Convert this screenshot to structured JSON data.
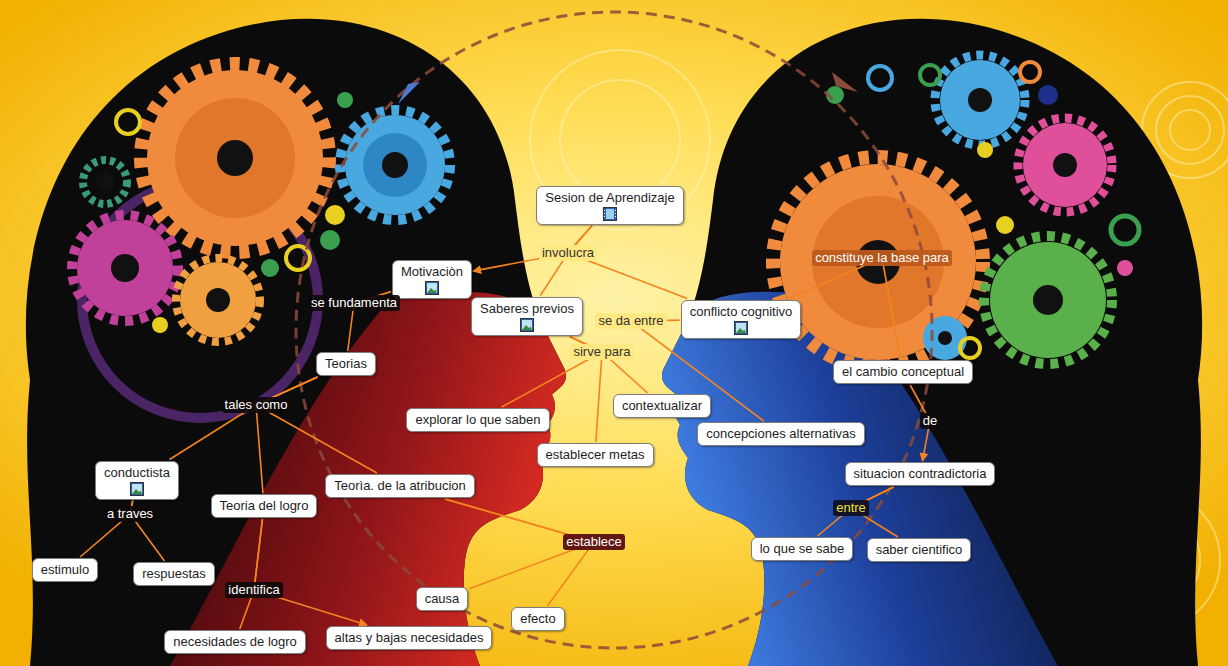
{
  "diagram": {
    "nodes": [
      {
        "text": [
          "Sesion de Aprendizaje"
        ]
      },
      {
        "text": [
          "Motivaciòn"
        ]
      },
      {
        "text": [
          "Saberes previos"
        ]
      },
      {
        "text": [
          "conflicto cognitivo"
        ]
      },
      {
        "text": [
          "Teorias"
        ]
      },
      {
        "text": [
          "explorar lo que saben"
        ]
      },
      {
        "text": [
          "contextualizar"
        ]
      },
      {
        "text": [
          "establecer metas"
        ]
      },
      {
        "text": [
          "concepciones alternativas"
        ]
      },
      {
        "text": [
          "el cambio conceptual"
        ]
      },
      {
        "text": [
          "situacion contradictoria"
        ]
      },
      {
        "text": [
          "lo que se sabe"
        ]
      },
      {
        "text": [
          "saber cientifico"
        ]
      },
      {
        "text": [
          "conductista"
        ]
      },
      {
        "text": [
          "Teoria del logro"
        ]
      },
      {
        "text": [
          "Teorìa. de la atribucion"
        ]
      },
      {
        "text": [
          "estimulo"
        ]
      },
      {
        "text": [
          "respuestas"
        ]
      },
      {
        "text": [
          "causa"
        ]
      },
      {
        "text": [
          "efecto"
        ]
      },
      {
        "text": [
          "necesidades de logro"
        ]
      },
      {
        "text": [
          "altas y bajas necesidades"
        ]
      }
    ],
    "edges": [
      {
        "from": 0,
        "to": 1,
        "label": "involucra",
        "arrow": "to"
      },
      {
        "from": 0,
        "to": 2,
        "arrow": "none"
      },
      {
        "from": 0,
        "to": 3,
        "arrow": "none"
      },
      {
        "from": 1,
        "to": 4,
        "label": "se fundamenta",
        "arrow": "none"
      },
      {
        "from": 2,
        "to": 5,
        "label": "sirve para",
        "arrow": "none"
      },
      {
        "from": 2,
        "to": 6,
        "arrow": "none"
      },
      {
        "from": 2,
        "to": 7,
        "arrow": "none"
      },
      {
        "from": 3,
        "to": 8,
        "label": "se da entre",
        "arrow": "none"
      },
      {
        "from": 3,
        "to": 9,
        "label": "constituye la base para",
        "arrow": "none"
      },
      {
        "from": 9,
        "to": 10,
        "label": "de",
        "arrow": "to"
      },
      {
        "from": 10,
        "to": 11,
        "label": "entre",
        "arrow": "none"
      },
      {
        "from": 10,
        "to": 12,
        "arrow": "none"
      },
      {
        "from": 4,
        "to": 13,
        "label": "tales como",
        "arrow": "none"
      },
      {
        "from": 4,
        "to": 14,
        "arrow": "none"
      },
      {
        "from": 4,
        "to": 15,
        "arrow": "none"
      },
      {
        "from": 13,
        "to": 16,
        "label": "a traves",
        "arrow": "none"
      },
      {
        "from": 13,
        "to": 17,
        "arrow": "none"
      },
      {
        "from": 14,
        "to": 20,
        "label": "identifica",
        "arrow": "none"
      },
      {
        "from": 14,
        "to": 21,
        "arrow": "to"
      },
      {
        "from": 15,
        "to": 18,
        "label": "establece",
        "arrow": "none"
      },
      {
        "from": 15,
        "to": 19,
        "arrow": "none"
      }
    ]
  }
}
